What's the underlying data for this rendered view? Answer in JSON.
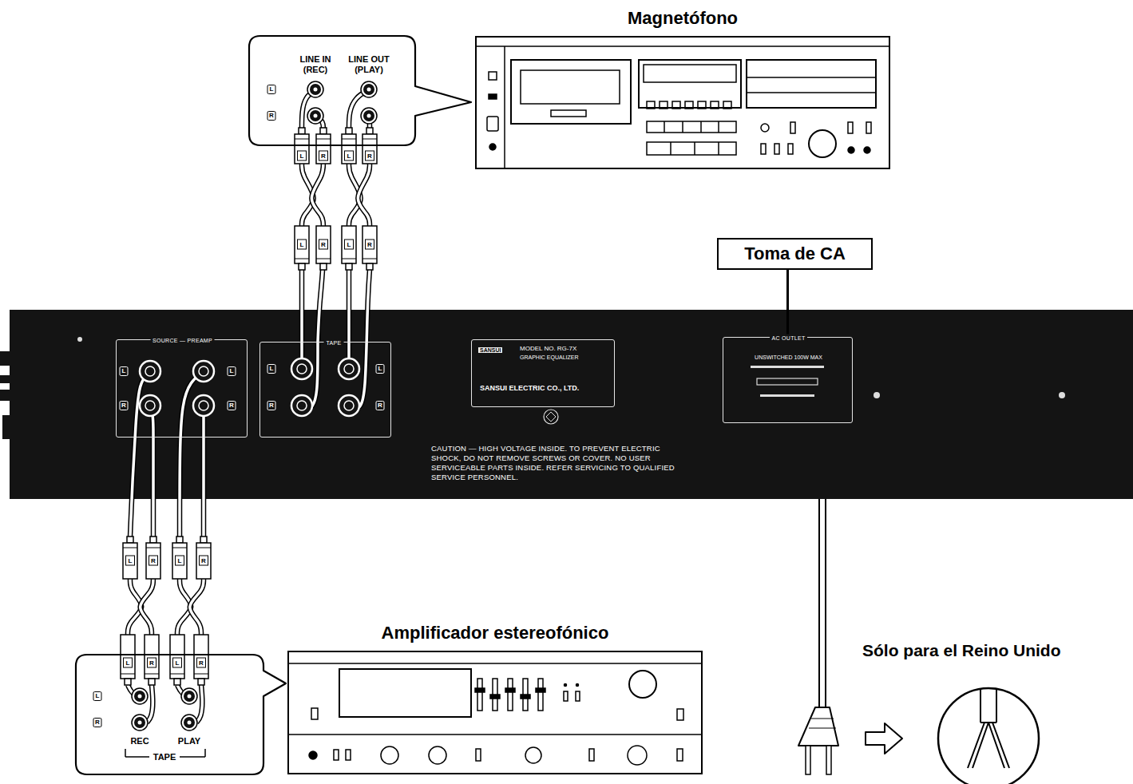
{
  "diagram": {
    "nodes": [
      {
        "text": [
          "Magnetófono"
        ]
      },
      {
        "text": [
          "LINE IN (REC)",
          "LINE OUT (PLAY)"
        ]
      },
      {
        "text": [
          "Toma de CA"
        ]
      },
      {
        "text": [
          "CAUTION — HIGH VOLTAGE INSIDE. TO PREVENT ELECTRIC SHOCK, DO NOT REMOVE SCREWS OR COVER. NO USER SERVICEABLE PARTS INSIDE. REFER SERVICING TO QUALIFIED SERVICE PERSONNEL."
        ]
      },
      {
        "text": [
          "SOURCE — PREAMP"
        ],
        "in": 3
      },
      {
        "text": [
          "TAPE"
        ],
        "in": 3
      },
      {
        "text": [
          "SANSUI",
          "MODEL NO. RG-7X",
          "GRAPHIC EQUALIZER",
          "SANSUI ELECTRIC CO., LTD."
        ],
        "in": 3
      },
      {
        "text": [
          "AC OUTLET",
          "UNSWITCHED 100W MAX"
        ],
        "in": 3
      },
      {
        "text": [
          "Amplificador estereofónico"
        ]
      },
      {
        "text": [
          "REC",
          "PLAY",
          "TAPE"
        ]
      }
    ],
    "edges": [
      {
        "from": 1,
        "to": 5,
        "arrow": "none"
      },
      {
        "from": 2,
        "to": 7,
        "arrow": "none"
      },
      {
        "from": 9,
        "to": 4,
        "arrow": "none"
      }
    ],
    "labels": [
      "Sólo para el Reino Unido",
      "L",
      "R",
      "L",
      "R",
      "L",
      "R",
      "L",
      "R",
      "L",
      "R",
      "L",
      "R",
      "L",
      "R",
      "L",
      "R",
      "L",
      "R",
      "L",
      "R",
      "L",
      "R",
      "L",
      "R",
      "L",
      "R",
      "L",
      "R"
    ]
  }
}
